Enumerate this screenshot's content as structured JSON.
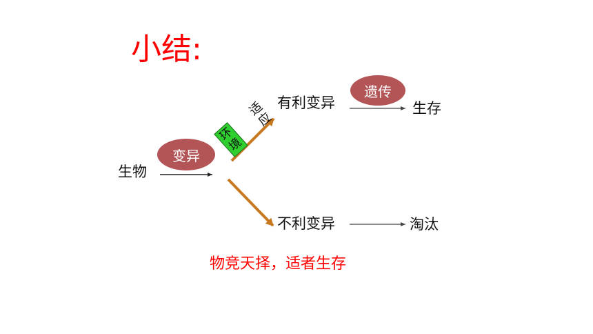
{
  "title": "小结:",
  "nodes": {
    "organism": "生物",
    "favorable": "有利变异",
    "unfavorable": "不利变异",
    "survive": "生存",
    "eliminated": "淘汰"
  },
  "badges": {
    "variation": "变异",
    "heredity": "遗传"
  },
  "branch_labels": {
    "adapt": "适应",
    "environment": "环境"
  },
  "summary": "物竞天择，适者生存",
  "colors": {
    "title": "#ff0000",
    "badge": "#b35457",
    "branch_arrow": "#c8781f",
    "environment_box": "#2fcf2f",
    "summary": "#ff0000"
  }
}
